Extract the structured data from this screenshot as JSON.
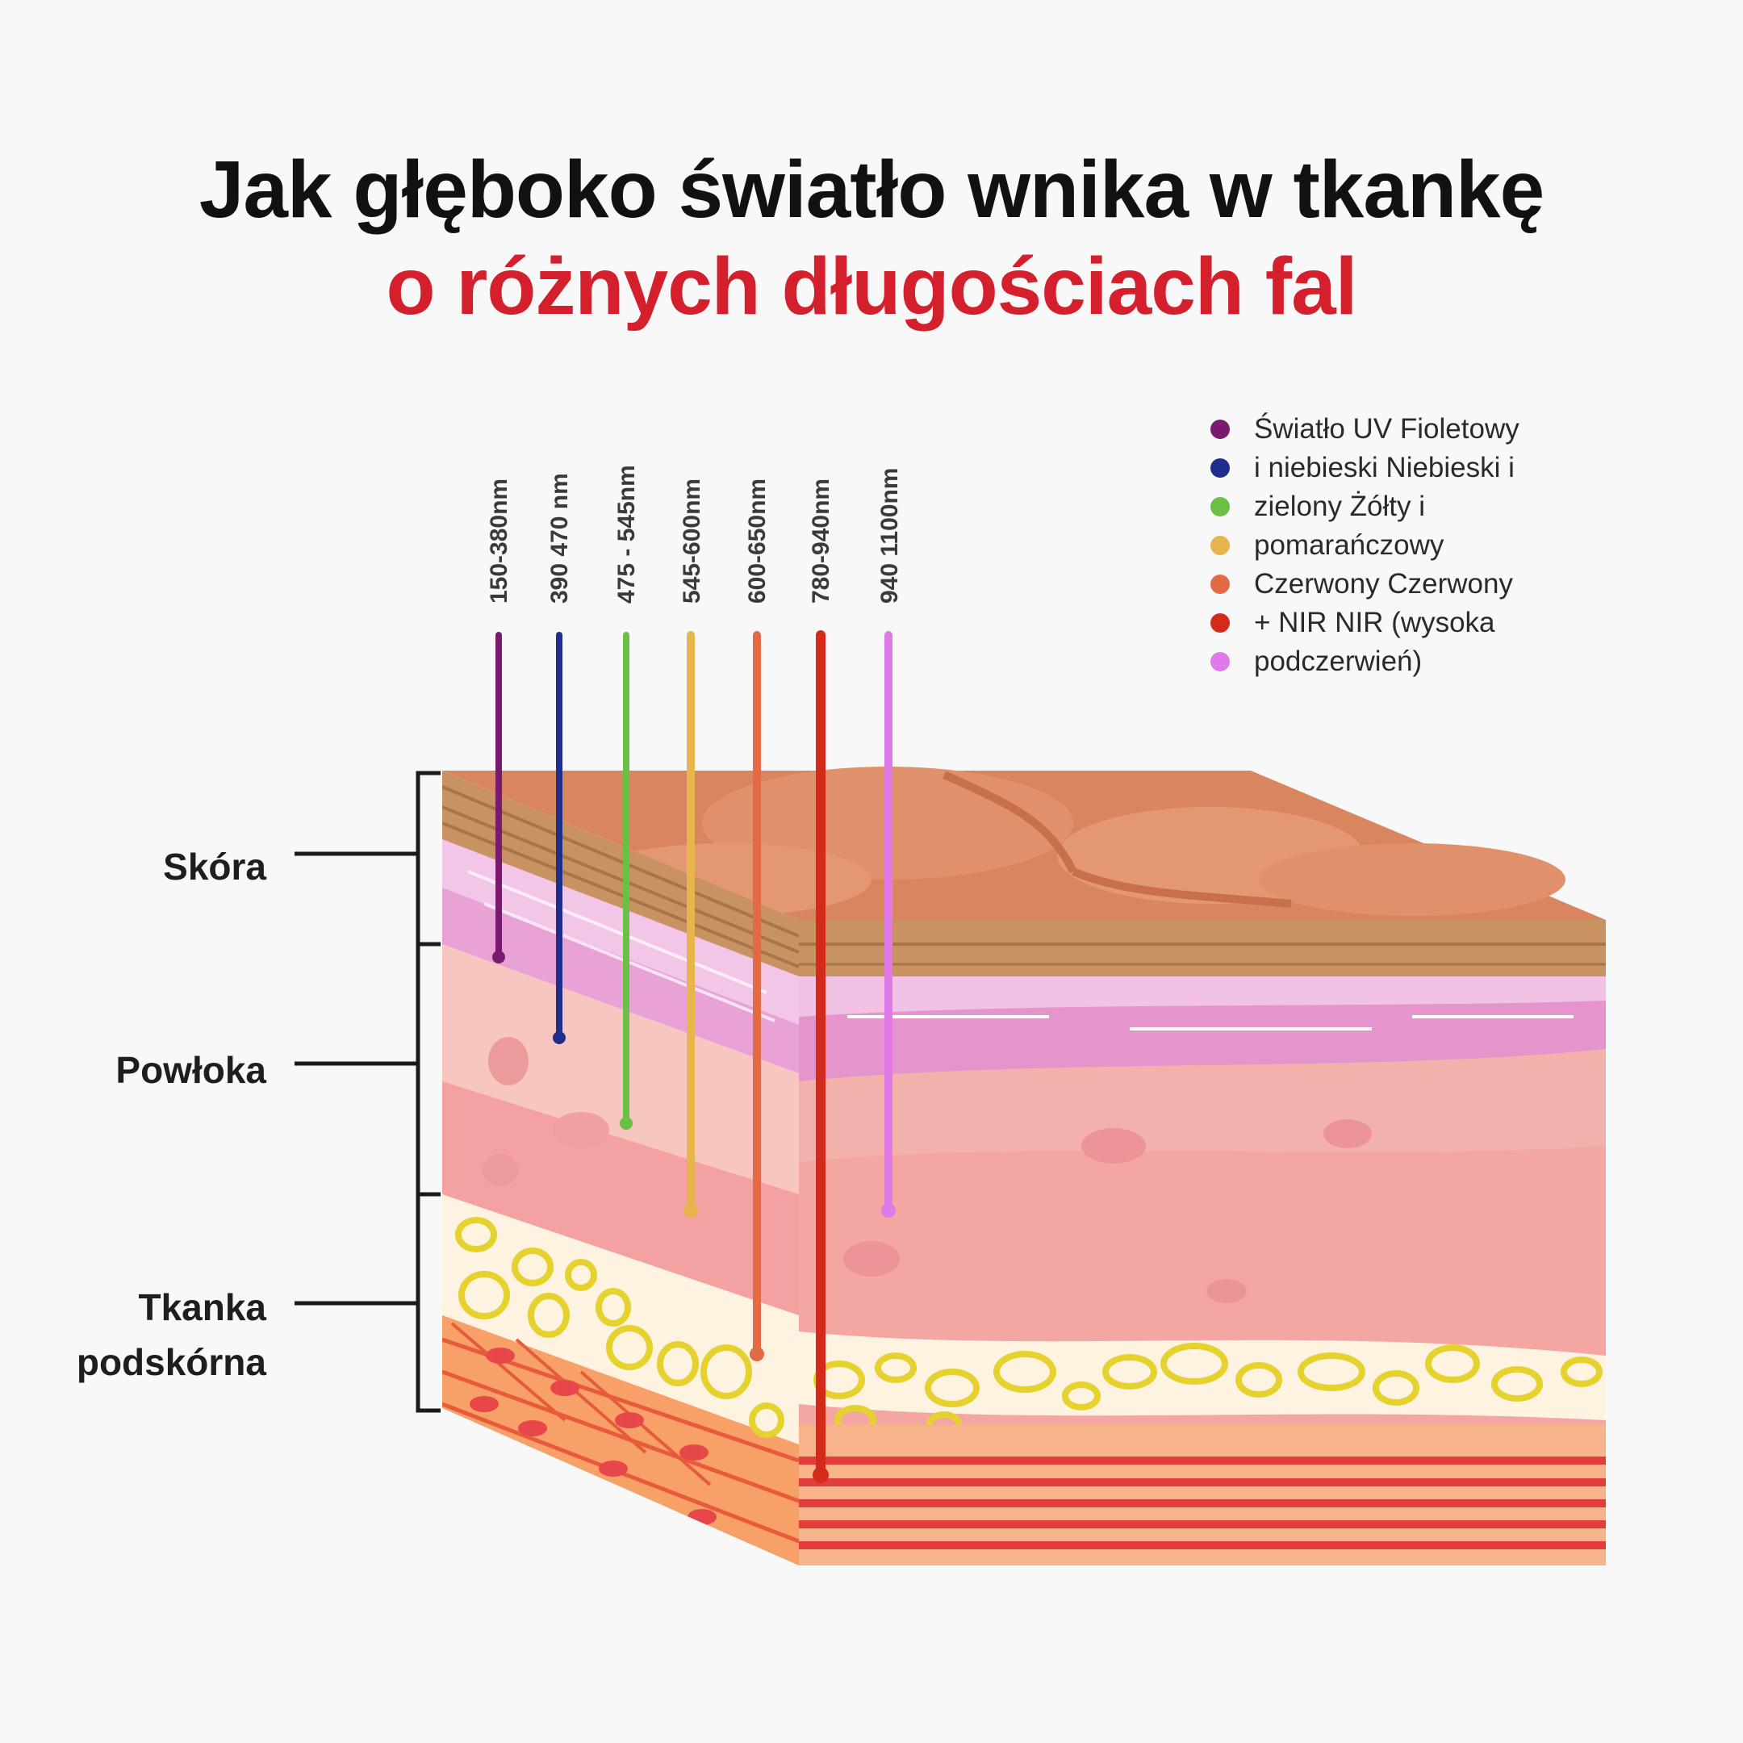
{
  "title": {
    "line1": "Jak głęboko światło wnika w tkankę",
    "line2": "o różnych długościach fal"
  },
  "colors": {
    "title_accent": "#d4202c",
    "uv_violet": "#7a1a6e",
    "blue": "#1f2e8a",
    "green": "#6abf45",
    "yellow_orange": "#e8b44c",
    "red": "#e26a45",
    "nir": "#d42a1c",
    "far_nir": "#e07ae8"
  },
  "wavelengths": [
    {
      "label": "150-380nm",
      "color": "#7a1a6e"
    },
    {
      "label": "390 470 nm",
      "color": "#1f2e8a"
    },
    {
      "label": "475 - 545nm",
      "color": "#6abf45"
    },
    {
      "label": "545-600nm",
      "color": "#e8b44c"
    },
    {
      "label": "600-650nm",
      "color": "#e26a45"
    },
    {
      "label": "780-940nm",
      "color": "#d42a1c"
    },
    {
      "label": "940 1100nm",
      "color": "#e07ae8"
    }
  ],
  "legend": [
    {
      "text": "Światło UV Fioletowy",
      "color": "#7a1a6e"
    },
    {
      "text": "i niebieski Niebieski i",
      "color": "#1f2e8a"
    },
    {
      "text": "zielony Żółty i",
      "color": "#6abf45"
    },
    {
      "text": "pomarańczowy",
      "color": "#e8b44c"
    },
    {
      "text": "Czerwony Czerwony",
      "color": "#e26a45"
    },
    {
      "text": "+ NIR NIR (wysoka",
      "color": "#d42a1c"
    },
    {
      "text": "podczerwień)",
      "color": "#e07ae8"
    }
  ],
  "layers": {
    "skin": "Skóra",
    "coating": "Powłoka",
    "subcutaneous_line1": "Tkanka",
    "subcutaneous_line2": "podskórna"
  }
}
